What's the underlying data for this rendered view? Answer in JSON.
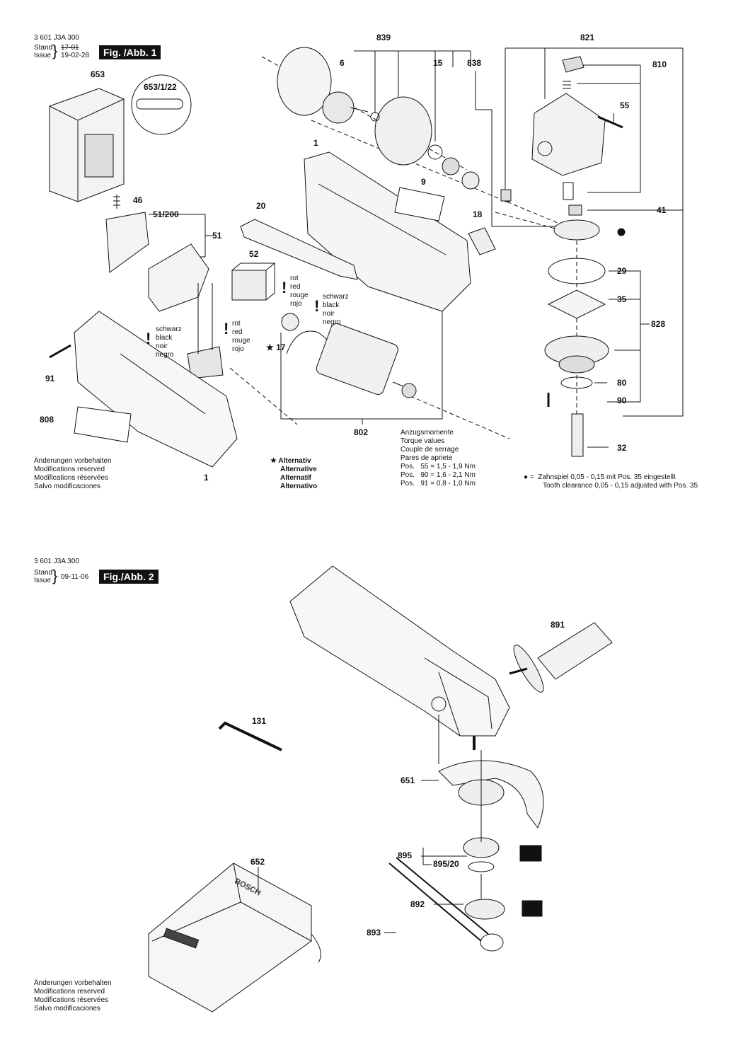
{
  "fig1": {
    "part_no": "3 601 J3A 300",
    "stand_label": "Stand",
    "issue_label": "Issue",
    "stand_old": "17-01",
    "issue_date": "19-02-28",
    "fig_title": "Fig. /Abb. 1"
  },
  "fig2": {
    "part_no": "3 601 J3A 300",
    "stand_label": "Stand",
    "issue_label": "Issue",
    "issue_date": "09-11-06",
    "fig_title": "Fig./Abb. 2"
  },
  "callouts_fig1": [
    "653",
    "653/1/22",
    "46",
    "51/200",
    "51",
    "52",
    "20",
    "1",
    "9",
    "18",
    "6",
    "839",
    "15",
    "838",
    "821",
    "810",
    "55",
    "41",
    "29",
    "35",
    "828",
    "80",
    "90",
    "32",
    "17",
    "802",
    "91",
    "808",
    "1"
  ],
  "wire_note_1": [
    "schwarz",
    "black",
    "noir",
    "negro"
  ],
  "wire_note_2": [
    "rot",
    "red",
    "rouge",
    "rojo"
  ],
  "wire_note_3": [
    "rot",
    "red",
    "rouge",
    "rojo"
  ],
  "wire_note_4": [
    "schwarz",
    "black",
    "noir",
    "negro"
  ],
  "modifications": [
    "Änderungen vorbehalten",
    "Modifications reserved",
    "Modifications réservées",
    "Salvo modificaciones"
  ],
  "alternativ": {
    "star": "★",
    "lines": [
      "Alternativ",
      "Alternative",
      "Alternatif",
      "Alternativo"
    ]
  },
  "torque": {
    "lines": [
      "Anzugsmomente",
      "Torque values",
      "Couple de serrage",
      "Pares de apriete"
    ],
    "pos_label": "Pos.",
    "rows": [
      "55 = 1,5 - 1,9 Nm",
      "90 = 1,6 - 2,1 Nm",
      "91 = 0,8 - 1,0 Nm"
    ]
  },
  "tooth": {
    "bullet": "●",
    "eq": "=",
    "line1": "Zahnspiel 0,05 - 0,15 mit Pos. 35 eingestellt",
    "line2": "Tooth clearance 0,05 - 0,15 adjusted with Pos. 35"
  },
  "callouts_fig2": [
    "891",
    "131",
    "651",
    "895",
    "895/20",
    "892",
    "652",
    "893"
  ],
  "modifications2": [
    "Änderungen vorbehalten",
    "Modifications reserved",
    "Modifications réservées",
    "Salvo modificaciones"
  ],
  "charger_text": "BOSCH"
}
